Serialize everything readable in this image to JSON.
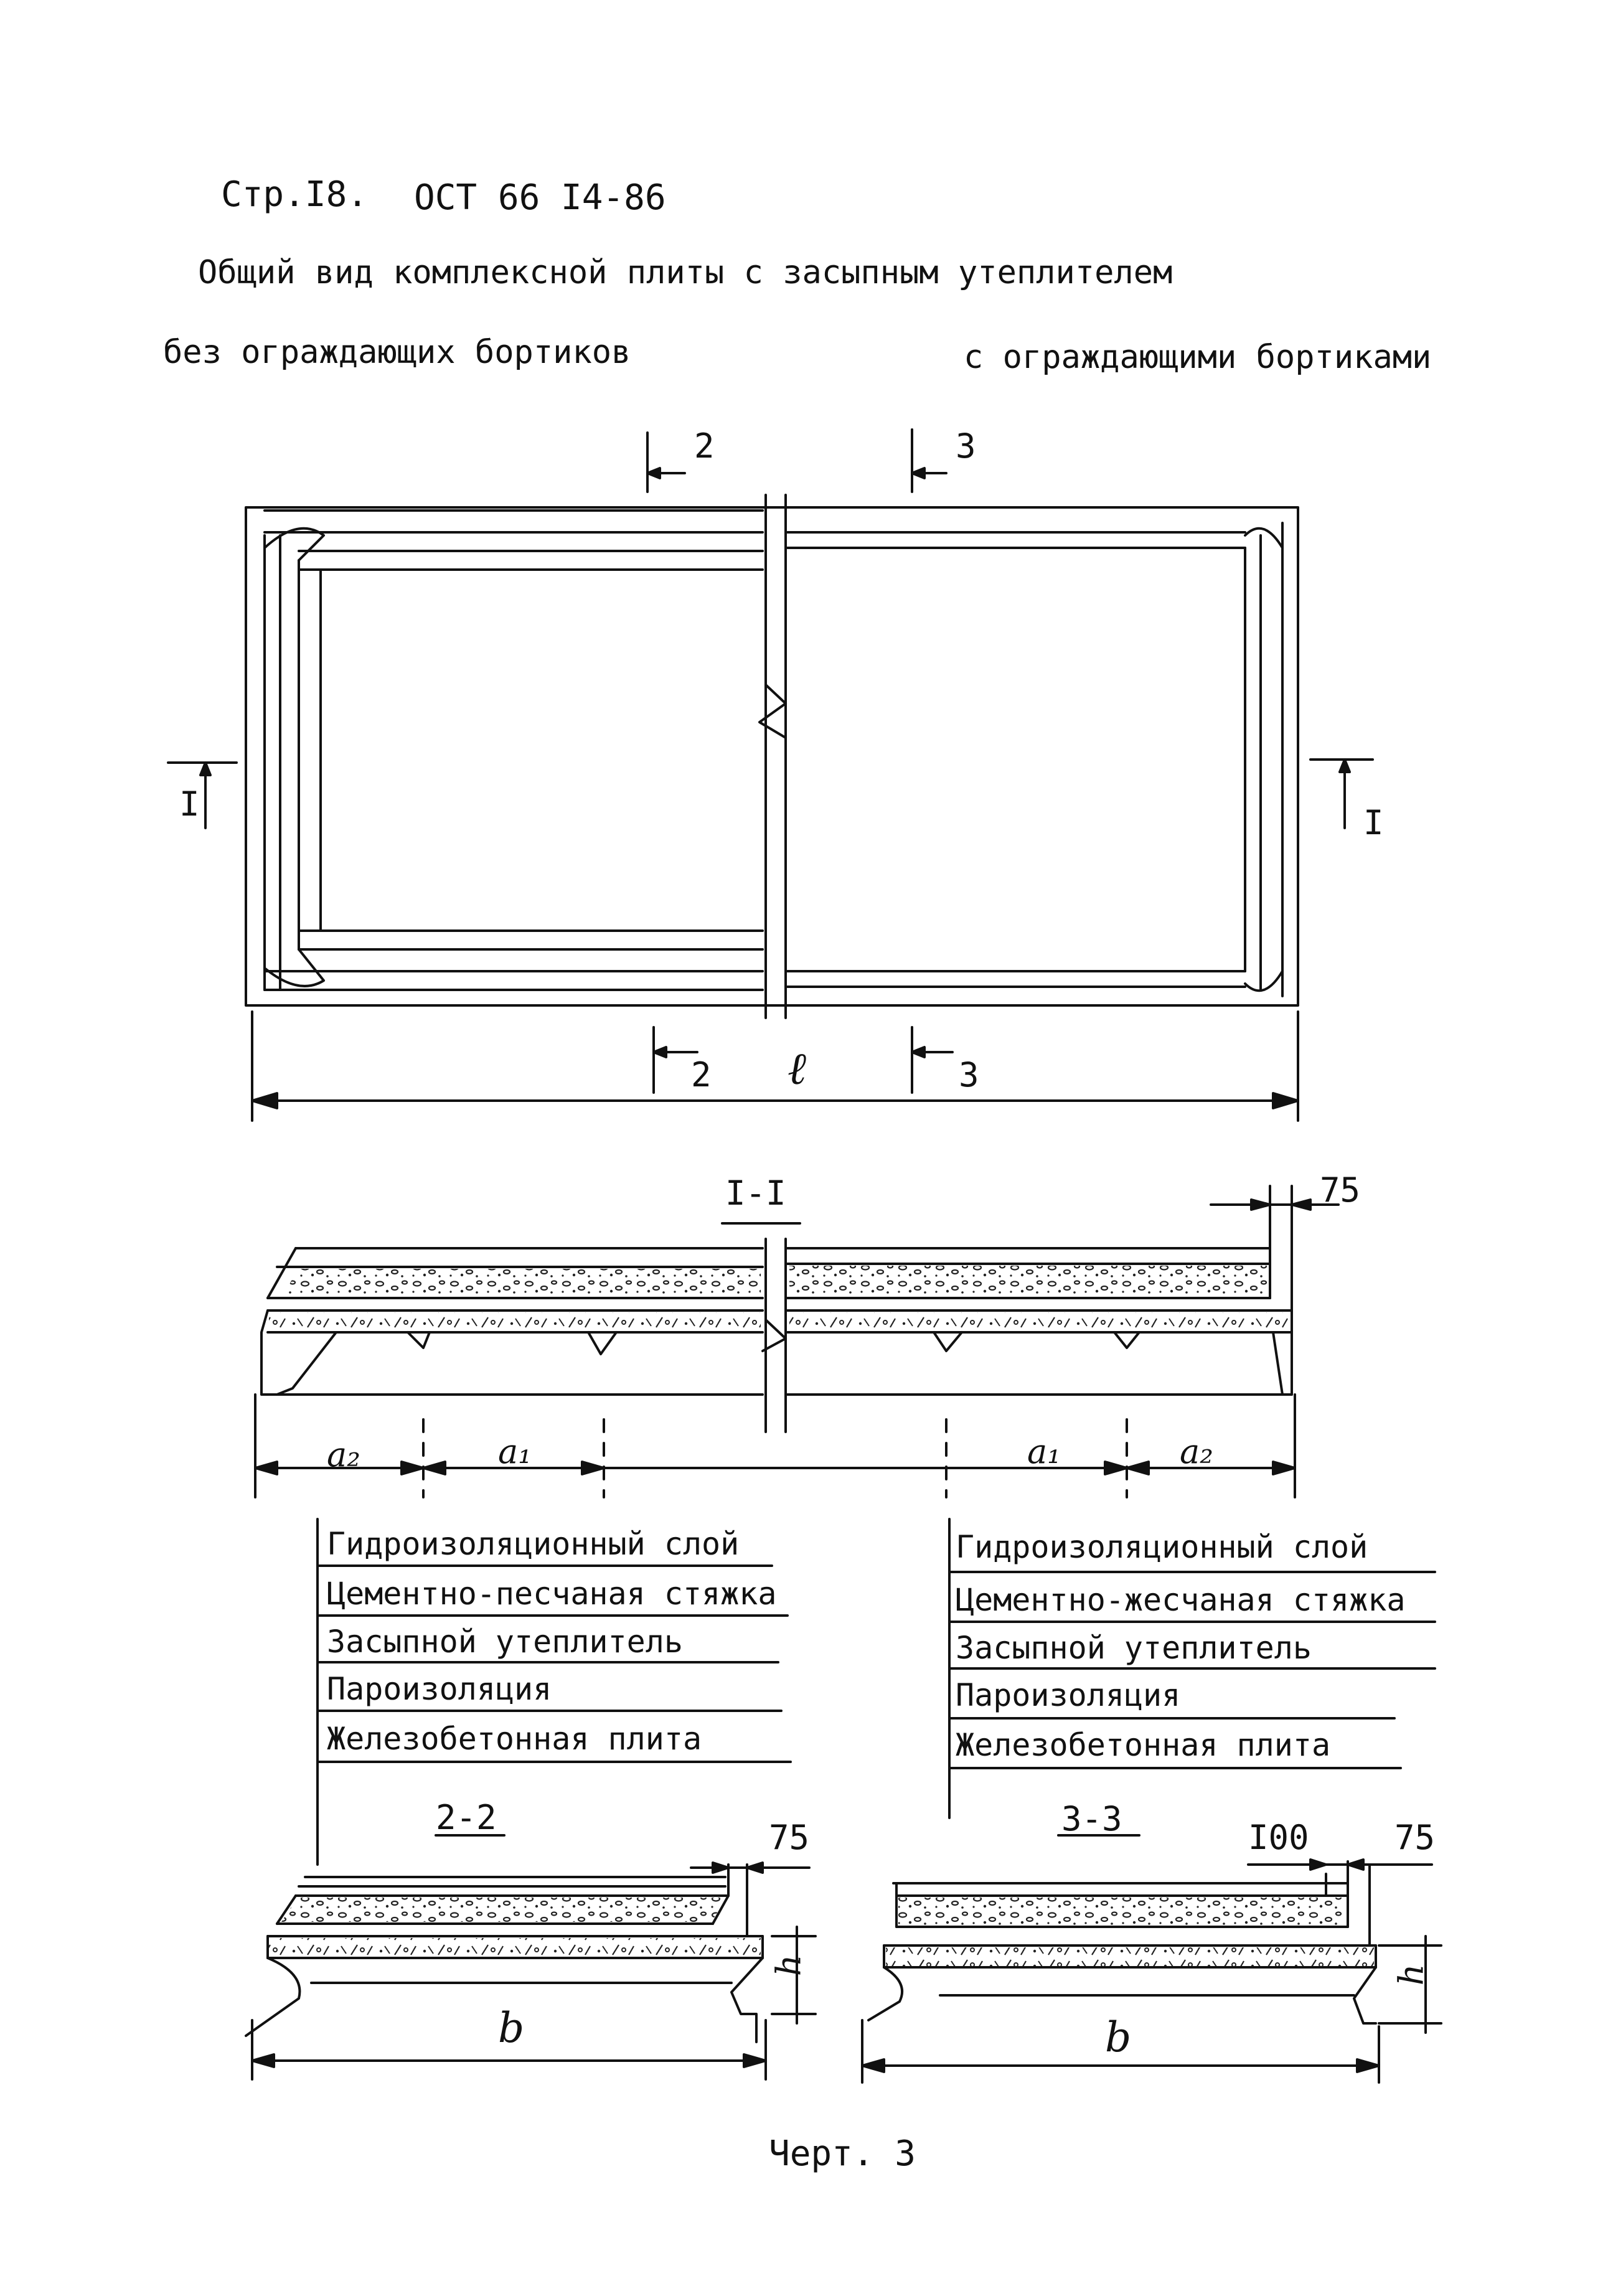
{
  "header": {
    "page_ref": "Стр.I8.",
    "standard": "ОСТ 66 I4-86"
  },
  "title": "Общий вид комплексной плиты с засыпным утеплителем",
  "variants": {
    "left": "без ограждающих бортиков",
    "right": "с ограждающими бортиками"
  },
  "plan_view": {
    "cut_2_top": "2",
    "cut_3_top": "3",
    "cut_2_bottom": "2",
    "cut_3_bottom": "3",
    "cut_I_left": "I",
    "cut_I_right": "I",
    "length_symbol": "ℓ"
  },
  "section_I": {
    "title": "I-I",
    "dim_75": "75",
    "a2_left": "a₂",
    "a1_left": "a₁",
    "a1_right": "a₁",
    "a2_right": "a₂"
  },
  "layers_left": [
    "Гидроизоляционный слой",
    "Цементно-песчаная стяжка",
    "Засыпной утеплитель",
    "Пароизоляция",
    "Железобетонная плита"
  ],
  "layers_right": [
    "Гидроизоляционный слой",
    "Цементно-жесчаная стяжка",
    "Засыпной утеплитель",
    "Пароизоляция",
    "Железобетонная плита"
  ],
  "section_2": {
    "title": "2-2",
    "dim_75": "75",
    "height_symbol": "h",
    "width_symbol": "b"
  },
  "section_3": {
    "title": "3-3",
    "dim_100": "I00",
    "dim_75": "75",
    "height_symbol": "h",
    "width_symbol": "b"
  },
  "figure_caption": "Черт. 3"
}
